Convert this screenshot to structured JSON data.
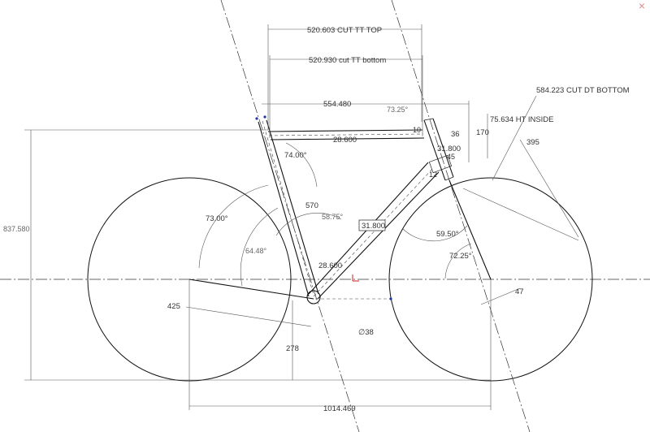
{
  "dimensions": {
    "cut_tt_top": "520.603 CUT TT TOP",
    "cut_tt_bottom": "520.930 cut TT bottom",
    "reach_554": "554.480",
    "cut_dt_bottom": "584.223 CUT DT BOTTOM",
    "ht_inside": "75.634 HT INSIDE",
    "tt_angle": "73.25°",
    "tt_dia": "28.600",
    "ht_top_10": "10",
    "ht_36": "36",
    "ht_170": "170",
    "ht_395": "395",
    "ht_dia": "31.800",
    "ht_45": "45",
    "ht_12": "12",
    "seat_angle_74": "74.00°",
    "st_length": "570",
    "angle_58": "58.75°",
    "dt_dia_box": "31.800",
    "angle_59": "59.50°",
    "angle_73": "73.00°",
    "angle_64": "64.48°",
    "st_dia": "28.600",
    "head_angle": "72.25°",
    "stack_total": "837.580",
    "chainstay_425": "425",
    "bb_drop_278": "278",
    "bb_dia": "∅38",
    "wheelbase": "1014.469",
    "fork_offset_47": "47"
  },
  "close_glyph": "×"
}
